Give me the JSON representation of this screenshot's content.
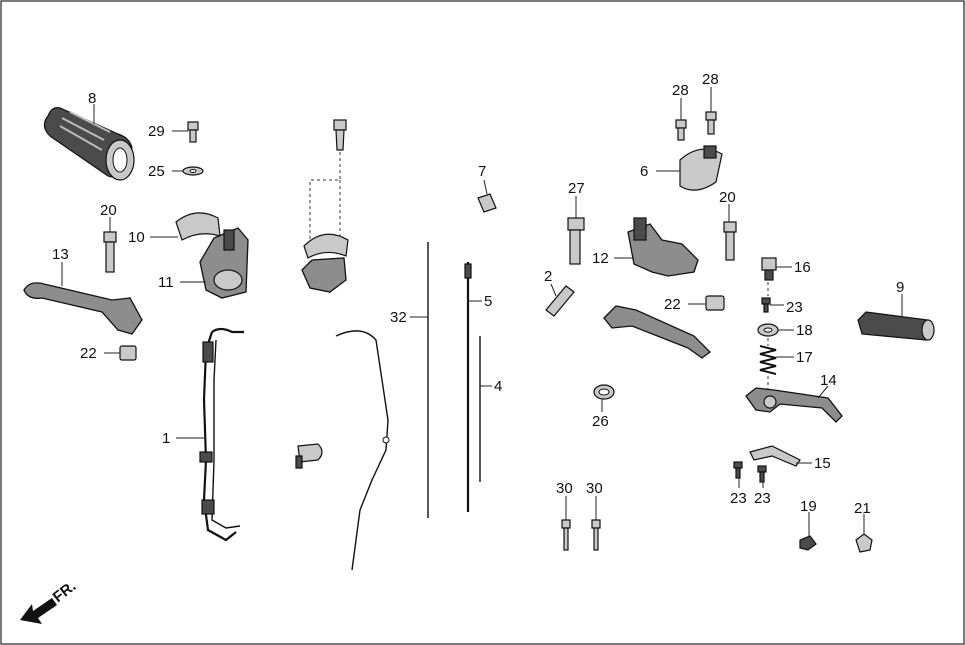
{
  "diagram": {
    "direction_label": "FR.",
    "callouts": {
      "c1": "1",
      "c2": "2",
      "c4": "4",
      "c5": "5",
      "c6": "6",
      "c7": "7",
      "c8": "8",
      "c9": "9",
      "c10": "10",
      "c11": "11",
      "c12": "12",
      "c13": "13",
      "c14": "14",
      "c15": "15",
      "c16": "16",
      "c17": "17",
      "c18": "18",
      "c19": "19",
      "c20a": "20",
      "c20b": "20",
      "c21": "21",
      "c22a": "22",
      "c22b": "22",
      "c23a": "23",
      "c23b": "23",
      "c23c": "23",
      "c25": "25",
      "c26": "26",
      "c27": "27",
      "c28a": "28",
      "c28b": "28",
      "c29": "29",
      "c30a": "30",
      "c30b": "30",
      "c32": "32"
    }
  }
}
